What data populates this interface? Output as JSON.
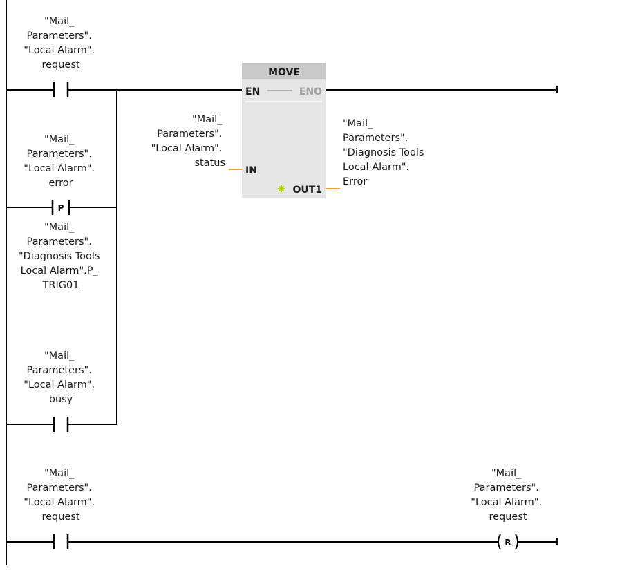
{
  "network1": {
    "contacts": [
      {
        "id": "c1",
        "type": "NO",
        "letter": "",
        "label_lines": [
          "\"Mail_",
          "Parameters\".",
          "\"Local Alarm\".",
          "request"
        ]
      },
      {
        "id": "c2",
        "type": "P",
        "letter": "P",
        "label_lines": [
          "\"Mail_",
          "Parameters\".",
          "\"Local Alarm\".",
          "error"
        ],
        "sub_label_lines": [
          "\"Mail_",
          "Parameters\".",
          "\"Diagnosis Tools",
          "Local Alarm\".P_",
          "TRIG01"
        ]
      },
      {
        "id": "c3",
        "type": "NO",
        "letter": "",
        "label_lines": [
          "\"Mail_",
          "Parameters\".",
          "\"Local Alarm\".",
          "busy"
        ]
      }
    ],
    "move_box": {
      "title": "MOVE",
      "en": "EN",
      "eno": "ENO",
      "in_pin": "IN",
      "out_pin": "OUT1",
      "in_label_lines": [
        "\"Mail_",
        "Parameters\".",
        "\"Local Alarm\".",
        "status"
      ],
      "out_label_lines": [
        "\"Mail_",
        "Parameters\".",
        "\"Diagnosis Tools",
        "Local Alarm\".",
        "Error"
      ]
    }
  },
  "network2": {
    "contact": {
      "id": "c4",
      "type": "NO",
      "letter": "",
      "label_lines": [
        "\"Mail_",
        "Parameters\".",
        "\"Local Alarm\".",
        "request"
      ]
    },
    "coil": {
      "type": "R",
      "letter": "R",
      "label_lines": [
        "\"Mail_",
        "Parameters\".",
        "\"Local Alarm\".",
        "request"
      ]
    }
  },
  "colors": {
    "wire": "#000000",
    "box_fill": "#e6e6e6",
    "box_header": "#c9c9c9",
    "pin_line": "#f0a030",
    "marker": "#b6d400",
    "dim_text": "#a0a0a0"
  }
}
